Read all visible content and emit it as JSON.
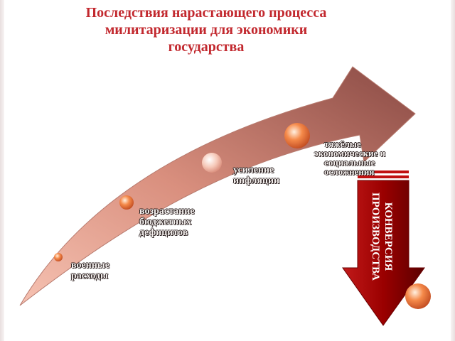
{
  "title": {
    "line1": "Последствия нарастающего процесса",
    "line2": "милитаризации для экономики",
    "line3": "государства"
  },
  "colors": {
    "title": "#c2282e",
    "arrow_light": "#f2b3a0",
    "arrow_dark": "#8a4a44",
    "down_arrow": "#8b0000",
    "dot": "#f08040"
  },
  "steps": [
    {
      "lines": [
        "военные",
        "расходы"
      ]
    },
    {
      "lines": [
        "возрастание",
        "бюджетных",
        "дефицитов"
      ]
    },
    {
      "lines": [
        "усиление",
        "инфляции"
      ]
    },
    {
      "lines": [
        "тяжёлые",
        "экономические и",
        "социальные",
        "осложнения"
      ]
    }
  ],
  "conversion": {
    "line1": "КОНВЕРСИЯ",
    "line2": "ПРОИЗВОДСТВА"
  }
}
